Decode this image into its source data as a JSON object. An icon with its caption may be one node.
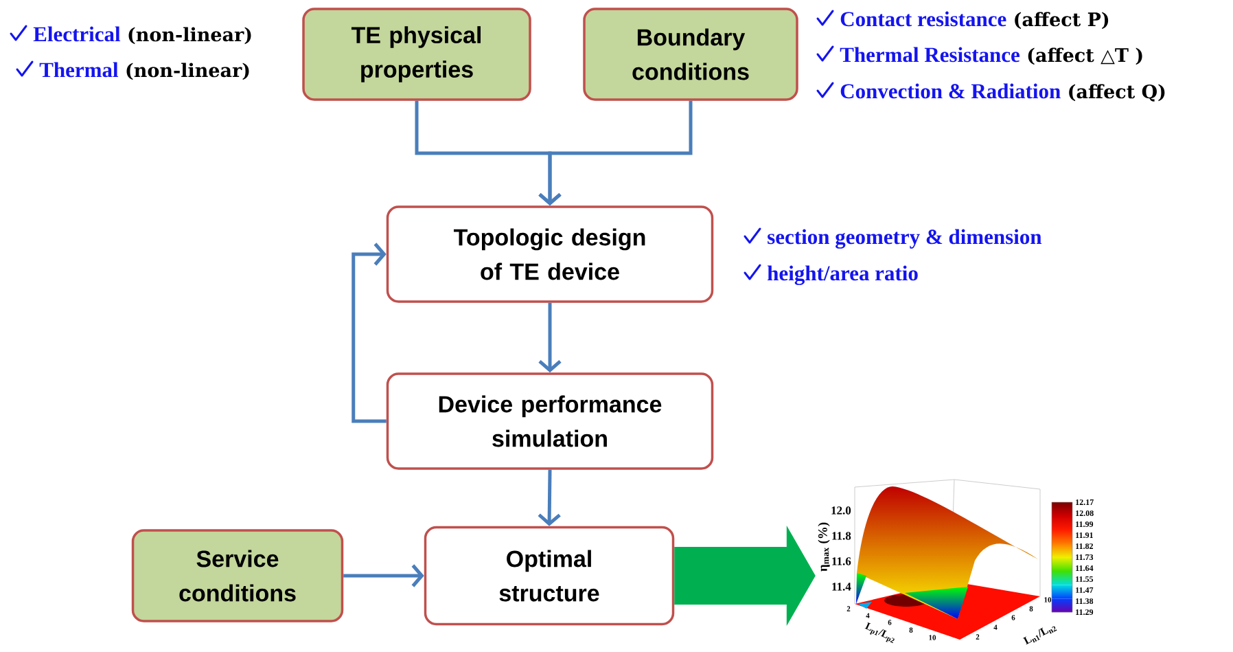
{
  "diagram": {
    "nodes": [
      {
        "text": [
          "TE physical properties"
        ],
        "beside": [
          "Electrical",
          "(non-linear)",
          "Thermal",
          "(non-linear)"
        ]
      },
      {
        "text": [
          "Boundary conditions"
        ],
        "beside": [
          "Contact resistance",
          "(affect P)",
          "Thermal Resistance",
          "(affect △T )",
          "Convection & Radiation",
          "(affect Q)"
        ]
      },
      {
        "text": [
          "Topologic design of TE device"
        ],
        "beside": [
          "section geometry & dimension",
          "height/area ratio"
        ]
      },
      {
        "text": [
          "Device performance simulation"
        ]
      },
      {
        "text": [
          "Service conditions"
        ]
      },
      {
        "text": [
          "Optimal structure"
        ]
      },
      {
        "text": [],
        "shape": "picture"
      }
    ],
    "edges": [
      {
        "from": 0,
        "to": 2,
        "arrow": "to"
      },
      {
        "from": 1,
        "to": 2,
        "arrow": "to"
      },
      {
        "from": 2,
        "to": 3,
        "arrow": "to"
      },
      {
        "from": 3,
        "to": 2,
        "arrow": "to"
      },
      {
        "from": 3,
        "to": 5,
        "arrow": "to"
      },
      {
        "from": 4,
        "to": 5,
        "arrow": "to"
      },
      {
        "from": 5,
        "to": 6,
        "arrow": "to",
        "style": "thick",
        "color": "#00b050"
      }
    ],
    "labels": [
      "12.0",
      "11.8",
      "11.6",
      "11.4",
      "η$_{max}$ (%)",
      "12.17",
      "12.08",
      "11.99",
      "11.91",
      "11.82",
      "11.73",
      "11.64",
      "11.55",
      "11.47",
      "11.38",
      "11.29",
      "2",
      "4",
      "6",
      "8",
      "10",
      "L$_{p1}$/L$_{p2}$",
      "2",
      "4",
      "6",
      "8",
      "10",
      "L$_{n1}$/L$_{n2}$"
    ]
  }
}
